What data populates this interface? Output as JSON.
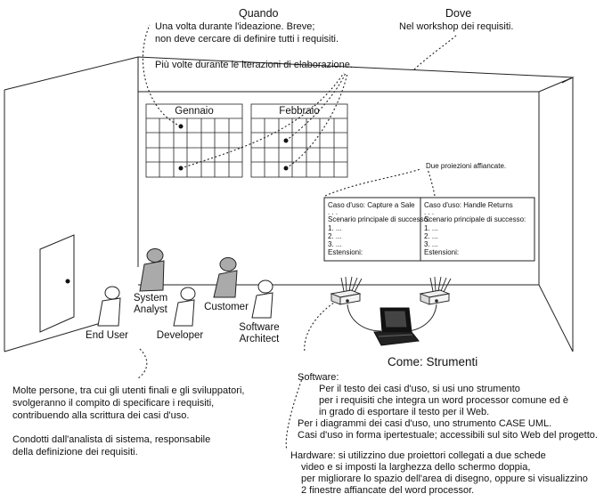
{
  "quando": {
    "heading": "Quando",
    "line1": "Una volta durante l'ideazione. Breve;",
    "line2": "non deve cercare di definire tutti i requisiti.",
    "line3": "Più volte durante le iterazioni di elaborazione."
  },
  "dove": {
    "heading": "Dove",
    "line1": "Nel workshop dei requisiti."
  },
  "calendars": [
    {
      "month": "Gennaio"
    },
    {
      "month": "Febbraio"
    }
  ],
  "projections_note": "Due proiezioni affiancate.",
  "use_cases": [
    {
      "title": "Caso d'uso: Capture a Sale",
      "dots": ". . .",
      "scenario": "Scenario principale di successo:",
      "steps": [
        "1. ...",
        "2. ...",
        "3. ..."
      ],
      "extensions": "Estensioni:"
    },
    {
      "title": "Caso d'uso: Handle Returns",
      "dots": ". . .",
      "scenario": "Scenario principale di successo:",
      "steps": [
        "1. ...",
        "2. ...",
        "3. ..."
      ],
      "extensions": "Estensioni:"
    }
  ],
  "people": {
    "system_analyst": [
      "System",
      "Analyst"
    ],
    "customer": "Customer",
    "end_user": "End User",
    "developer": "Developer",
    "software_architect": [
      "Software",
      "Architect"
    ]
  },
  "chi": {
    "line1": "Molte persone, tra cui gli utenti finali e gli sviluppatori,",
    "line2": "svolgeranno il compito di specificare i requisiti,",
    "line3": "contribuendo alla scrittura dei casi d'uso.",
    "line4": "Condotti dall'analista di sistema, responsabile",
    "line5": "della definizione dei requisiti."
  },
  "strumenti": {
    "heading": "Come: Strumenti",
    "software_label": "Software:",
    "sw1": "Per il testo dei casi d'uso, si usi uno strumento",
    "sw2": "per i requisiti che integra un word processor comune ed è",
    "sw3": "in grado di esportare il testo per il Web.",
    "sw4": "Per i diagrammi dei casi d'uso, uno strumento CASE UML.",
    "sw5": "Casi d'uso in forma ipertestuale; accessibili sul sito Web del progetto.",
    "hw1": "Hardware: si utilizzino due proiettori collegati a due schede",
    "hw2": "video e si imposti la larghezza dello schermo doppia,",
    "hw3": "per migliorare lo spazio dell'area di disegno, oppure si visualizzino",
    "hw4": "2 finestre affiancate del word processor."
  }
}
